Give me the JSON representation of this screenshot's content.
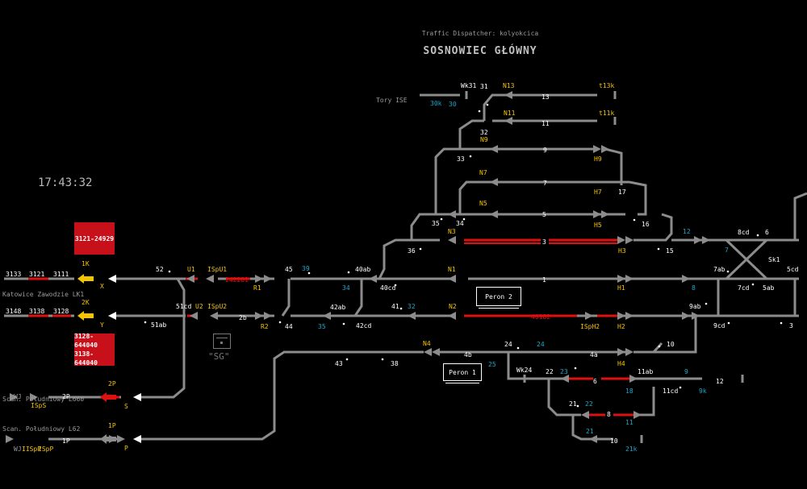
{
  "header": {
    "dispatcher": "Traffic Dispatcher: kolyokcica",
    "station": "SOSNOWIEC GŁÓWNY",
    "clock": "17:43:32"
  },
  "train_boxes": {
    "upper": [
      "3121-24929"
    ],
    "lower": [
      "3128-644040",
      "3138-644040"
    ]
  },
  "platforms": {
    "peron2": "Peron 2",
    "peron1": "Peron 1"
  },
  "signal_box": "\"SG\"",
  "colors": {
    "background": "#000000",
    "track": "#8c8c8c",
    "occupied": "#e01010",
    "signal_yellow": "#f5c400",
    "label_cyan": "#1aa7c9"
  },
  "labels": [
    {
      "text": "Tory ISE",
      "cls": "g"
    },
    {
      "text": "Wk31",
      "cls": "w"
    },
    {
      "text": "31",
      "cls": "w"
    },
    {
      "text": "N13",
      "cls": "y"
    },
    {
      "text": "13",
      "cls": "w"
    },
    {
      "text": "t13k",
      "cls": "y"
    },
    {
      "text": "30k",
      "cls": "c"
    },
    {
      "text": "30",
      "cls": "c"
    },
    {
      "text": "N11",
      "cls": "y"
    },
    {
      "text": "11",
      "cls": "w"
    },
    {
      "text": "t11k",
      "cls": "y"
    },
    {
      "text": "32",
      "cls": "w"
    },
    {
      "text": "N9",
      "cls": "y"
    },
    {
      "text": "9",
      "cls": "w"
    },
    {
      "text": "H9",
      "cls": "y"
    },
    {
      "text": "33",
      "cls": "w"
    },
    {
      "text": "N7",
      "cls": "y"
    },
    {
      "text": "7",
      "cls": "w"
    },
    {
      "text": "H7",
      "cls": "y"
    },
    {
      "text": "17",
      "cls": "w"
    },
    {
      "text": "N5",
      "cls": "y"
    },
    {
      "text": "5",
      "cls": "w"
    },
    {
      "text": "H5",
      "cls": "y"
    },
    {
      "text": "16",
      "cls": "w"
    },
    {
      "text": "35",
      "cls": "w"
    },
    {
      "text": "34",
      "cls": "w"
    },
    {
      "text": "N3",
      "cls": "y"
    },
    {
      "text": "3",
      "cls": "w"
    },
    {
      "text": "H3",
      "cls": "y"
    },
    {
      "text": "15",
      "cls": "w"
    },
    {
      "text": "36",
      "cls": "w"
    },
    {
      "text": "12",
      "cls": "c"
    },
    {
      "text": "8cd",
      "cls": "w"
    },
    {
      "text": "6",
      "cls": "w"
    },
    {
      "text": "Sk1",
      "cls": "w"
    },
    {
      "text": "7",
      "cls": "c"
    },
    {
      "text": "5cd",
      "cls": "w"
    },
    {
      "text": "3133",
      "cls": "w"
    },
    {
      "text": "3121",
      "cls": "w"
    },
    {
      "text": "3111",
      "cls": "w"
    },
    {
      "text": "1K",
      "cls": "y"
    },
    {
      "text": "X",
      "cls": "y"
    },
    {
      "text": "52",
      "cls": "w"
    },
    {
      "text": "U1",
      "cls": "y"
    },
    {
      "text": "ISpU1",
      "cls": "y"
    },
    {
      "text": "242281",
      "cls": "r"
    },
    {
      "text": "R1",
      "cls": "y"
    },
    {
      "text": "45",
      "cls": "w"
    },
    {
      "text": "39",
      "cls": "c"
    },
    {
      "text": "40ab",
      "cls": "w"
    },
    {
      "text": "34",
      "cls": "c"
    },
    {
      "text": "N1",
      "cls": "y"
    },
    {
      "text": "1",
      "cls": "w"
    },
    {
      "text": "H1",
      "cls": "y"
    },
    {
      "text": "7ab",
      "cls": "w"
    },
    {
      "text": "8",
      "cls": "c"
    },
    {
      "text": "40cd",
      "cls": "w"
    },
    {
      "text": "7cd",
      "cls": "w"
    },
    {
      "text": "5ab",
      "cls": "w"
    },
    {
      "text": "Katowice Zawodzie LK1",
      "cls": "g"
    },
    {
      "text": "2K",
      "cls": "y"
    },
    {
      "text": "3148",
      "cls": "w"
    },
    {
      "text": "3138",
      "cls": "w"
    },
    {
      "text": "3128",
      "cls": "w"
    },
    {
      "text": "Y",
      "cls": "y"
    },
    {
      "text": "51cd",
      "cls": "w"
    },
    {
      "text": "U2",
      "cls": "y"
    },
    {
      "text": "ISpU2",
      "cls": "y"
    },
    {
      "text": "51ab",
      "cls": "w"
    },
    {
      "text": "2b",
      "cls": "w"
    },
    {
      "text": "R2",
      "cls": "y"
    },
    {
      "text": "44",
      "cls": "w"
    },
    {
      "text": "42ab",
      "cls": "w"
    },
    {
      "text": "35",
      "cls": "c"
    },
    {
      "text": "41",
      "cls": "w"
    },
    {
      "text": "32",
      "cls": "c"
    },
    {
      "text": "N2",
      "cls": "y"
    },
    {
      "text": "40182",
      "cls": "r"
    },
    {
      "text": "ISpH2",
      "cls": "y"
    },
    {
      "text": "H2",
      "cls": "y"
    },
    {
      "text": "9ab",
      "cls": "w"
    },
    {
      "text": "42cd",
      "cls": "w"
    },
    {
      "text": "9cd",
      "cls": "w"
    },
    {
      "text": "3",
      "cls": "w"
    },
    {
      "text": "N4",
      "cls": "y"
    },
    {
      "text": "4b",
      "cls": "w"
    },
    {
      "text": "24",
      "cls": "w"
    },
    {
      "text": "24",
      "cls": "c"
    },
    {
      "text": "4a",
      "cls": "w"
    },
    {
      "text": "H4",
      "cls": "y"
    },
    {
      "text": "10",
      "cls": "w"
    },
    {
      "text": "43",
      "cls": "w"
    },
    {
      "text": "38",
      "cls": "w"
    },
    {
      "text": "25",
      "cls": "c"
    },
    {
      "text": "Wk24",
      "cls": "w"
    },
    {
      "text": "22",
      "cls": "w"
    },
    {
      "text": "23",
      "cls": "c"
    },
    {
      "text": "6",
      "cls": "w"
    },
    {
      "text": "11ab",
      "cls": "w"
    },
    {
      "text": "9",
      "cls": "c"
    },
    {
      "text": "12",
      "cls": "w"
    },
    {
      "text": "18",
      "cls": "c"
    },
    {
      "text": "11cd",
      "cls": "w"
    },
    {
      "text": "9k",
      "cls": "c"
    },
    {
      "text": "Scan. Południowy L660",
      "cls": "g"
    },
    {
      "text": "2P",
      "cls": "y"
    },
    {
      "text": "WJ",
      "cls": "g"
    },
    {
      "text": "2P",
      "cls": "w"
    },
    {
      "text": "ISpS",
      "cls": "y"
    },
    {
      "text": "S",
      "cls": "y"
    },
    {
      "text": "21",
      "cls": "w"
    },
    {
      "text": "22",
      "cls": "c"
    },
    {
      "text": "8",
      "cls": "w"
    },
    {
      "text": "11",
      "cls": "c"
    },
    {
      "text": "Scan. Południowy L62",
      "cls": "g"
    },
    {
      "text": "1P",
      "cls": "y"
    },
    {
      "text": "1P",
      "cls": "w"
    },
    {
      "text": "WJ",
      "cls": "g"
    },
    {
      "text": "IISpP",
      "cls": "y"
    },
    {
      "text": "ISpP",
      "cls": "y"
    },
    {
      "text": "P",
      "cls": "y"
    },
    {
      "text": "21",
      "cls": "c"
    },
    {
      "text": "10",
      "cls": "w"
    },
    {
      "text": "21k",
      "cls": "c"
    }
  ]
}
